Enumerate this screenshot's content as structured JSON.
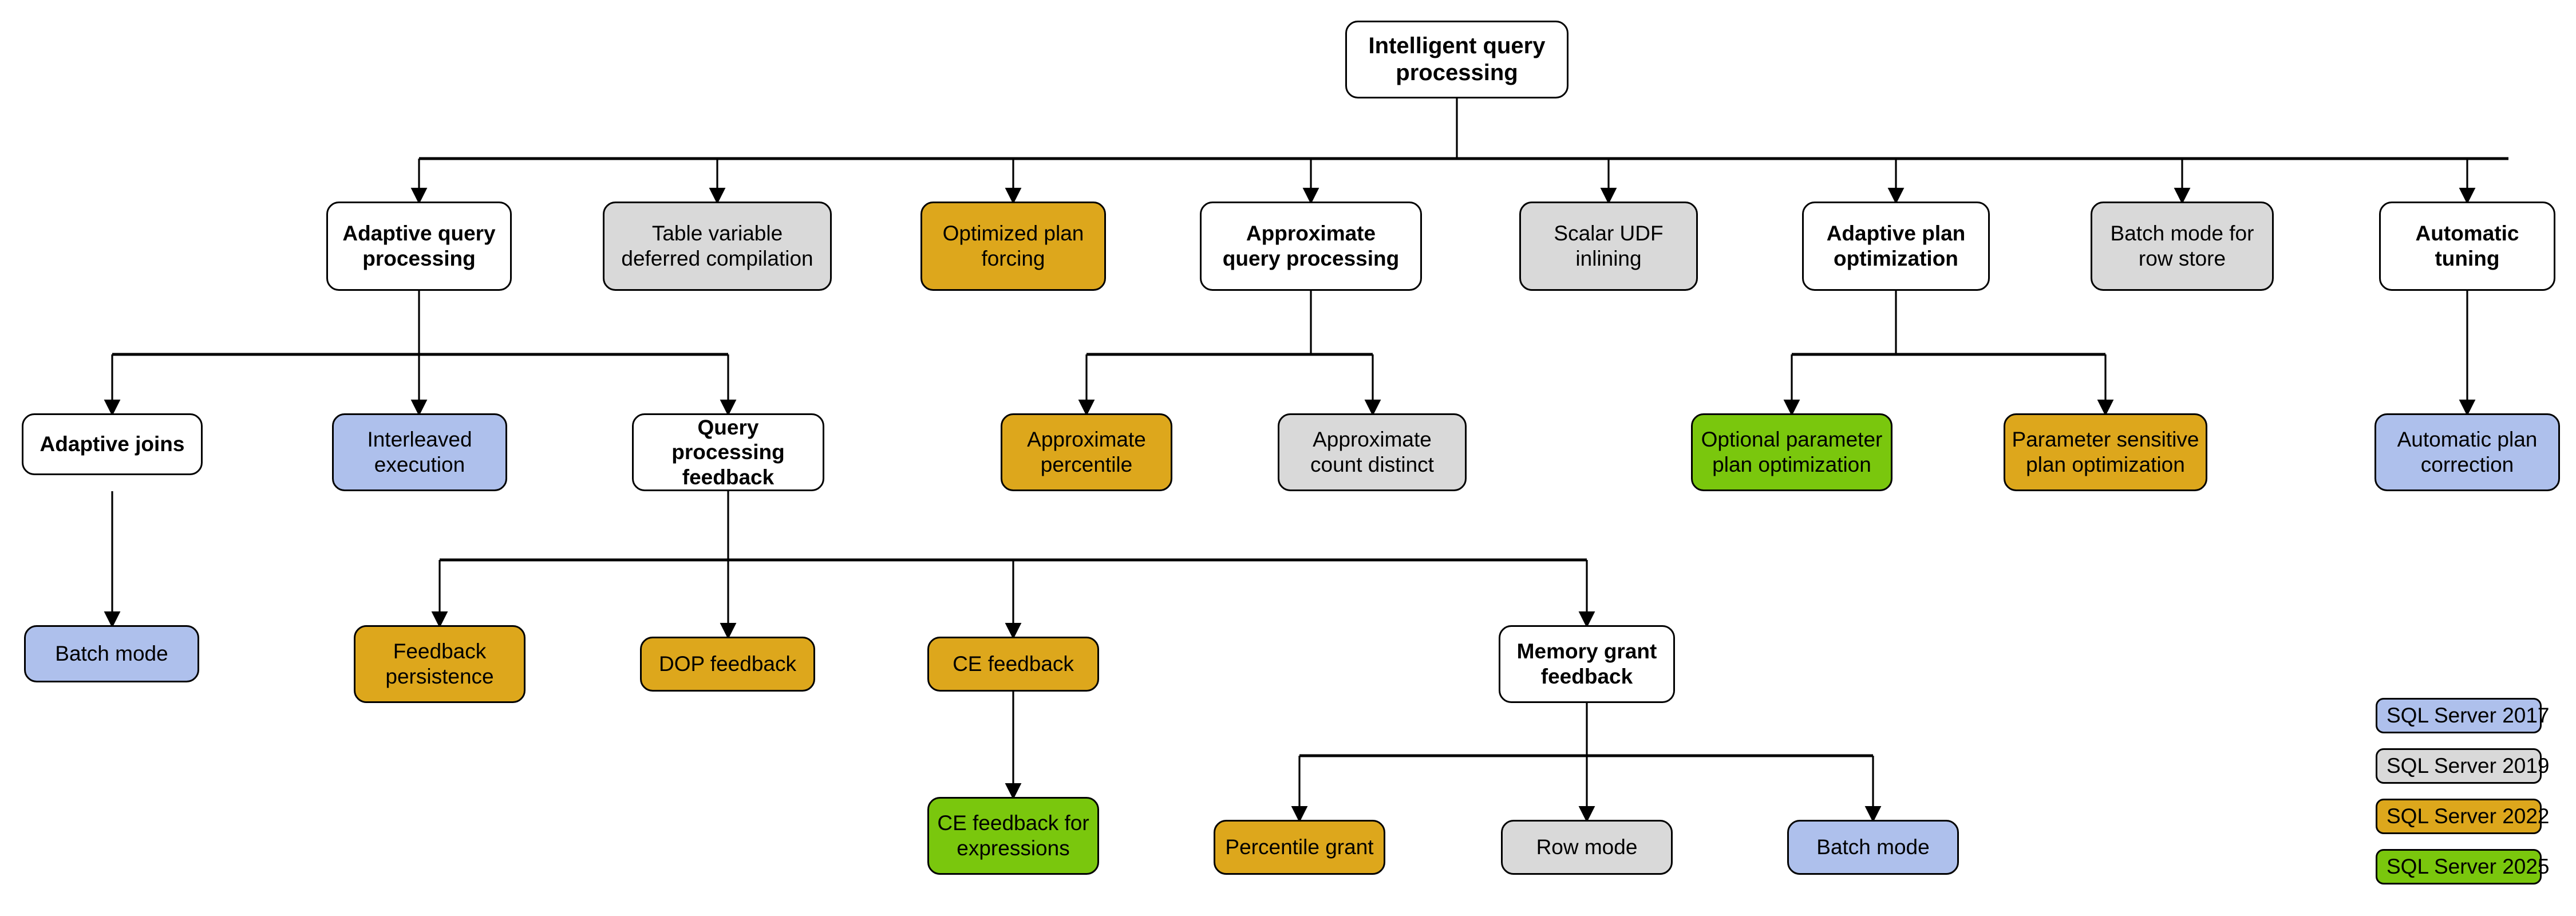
{
  "diagram": {
    "title": "Intelligent query processing",
    "type": "hierarchy-tree",
    "background": "#ffffff",
    "line_color": "#000000"
  },
  "palette": {
    "sql_server_2017": "#aec0ec",
    "sql_server_2019": "#d9d9d9",
    "sql_server_2022": "#dda71c",
    "sql_server_2025": "#7ac70d",
    "uncolored": "#ffffff",
    "border": "#000000"
  },
  "nodes": {
    "root": {
      "label": "Intelligent query\nprocessing",
      "fill": "white"
    },
    "adaptive_query_processing": {
      "label": "Adaptive query\nprocessing",
      "fill": "white"
    },
    "table_variable_deferred_compilation": {
      "label": "Table variable\ndeferred compilation",
      "fill": "gray"
    },
    "optimized_plan_forcing": {
      "label": "Optimized plan\nforcing",
      "fill": "orange"
    },
    "approximate_query_processing": {
      "label": "Approximate\nquery processing",
      "fill": "white"
    },
    "scalar_udf_inlining": {
      "label": "Scalar UDF\ninlining",
      "fill": "gray"
    },
    "adaptive_plan_optimization": {
      "label": "Adaptive plan\noptimization",
      "fill": "white"
    },
    "batch_mode_for_row_store": {
      "label": "Batch mode for\nrow store",
      "fill": "gray"
    },
    "automatic_tuning": {
      "label": "Automatic\ntuning",
      "fill": "white"
    },
    "adaptive_joins": {
      "label": "Adaptive joins",
      "fill": "white"
    },
    "interleaved_execution": {
      "label": "Interleaved\nexecution",
      "fill": "blue"
    },
    "query_processing_feedback": {
      "label": "Query processing\nfeedback",
      "fill": "white"
    },
    "approximate_percentile": {
      "label": "Approximate\npercentile",
      "fill": "orange"
    },
    "approximate_count_distinct": {
      "label": "Approximate\ncount distinct",
      "fill": "gray"
    },
    "optional_parameter_plan_optimization": {
      "label": "Optional parameter\nplan optimization",
      "fill": "green"
    },
    "parameter_sensitive_plan_optimization": {
      "label": "Parameter sensitive\nplan optimization",
      "fill": "orange"
    },
    "automatic_plan_correction": {
      "label": "Automatic plan\ncorrection",
      "fill": "blue"
    },
    "batch_mode_adaptive_joins": {
      "label": "Batch mode",
      "fill": "blue"
    },
    "feedback_persistence": {
      "label": "Feedback\npersistence",
      "fill": "orange"
    },
    "dop_feedback": {
      "label": "DOP feedback",
      "fill": "orange"
    },
    "ce_feedback": {
      "label": "CE feedback",
      "fill": "orange"
    },
    "memory_grant_feedback": {
      "label": "Memory grant\nfeedback",
      "fill": "white"
    },
    "ce_feedback_for_expressions": {
      "label": "CE feedback for\nexpressions",
      "fill": "green"
    },
    "percentile_grant": {
      "label": "Percentile grant",
      "fill": "orange"
    },
    "row_mode": {
      "label": "Row mode",
      "fill": "gray"
    },
    "batch_mode_memory_grant": {
      "label": "Batch mode",
      "fill": "blue"
    }
  },
  "legend": {
    "items": [
      {
        "label": "SQL Server 2017",
        "fill": "blue"
      },
      {
        "label": "SQL Server 2019",
        "fill": "gray"
      },
      {
        "label": "SQL Server 2022",
        "fill": "orange"
      },
      {
        "label": "SQL Server 2025",
        "fill": "green"
      }
    ]
  },
  "edges": [
    {
      "from": "root",
      "to": "adaptive_query_processing"
    },
    {
      "from": "root",
      "to": "table_variable_deferred_compilation"
    },
    {
      "from": "root",
      "to": "optimized_plan_forcing"
    },
    {
      "from": "root",
      "to": "approximate_query_processing"
    },
    {
      "from": "root",
      "to": "scalar_udf_inlining"
    },
    {
      "from": "root",
      "to": "adaptive_plan_optimization"
    },
    {
      "from": "root",
      "to": "batch_mode_for_row_store"
    },
    {
      "from": "root",
      "to": "automatic_tuning"
    },
    {
      "from": "adaptive_query_processing",
      "to": "adaptive_joins"
    },
    {
      "from": "adaptive_query_processing",
      "to": "interleaved_execution"
    },
    {
      "from": "adaptive_query_processing",
      "to": "query_processing_feedback"
    },
    {
      "from": "approximate_query_processing",
      "to": "approximate_percentile"
    },
    {
      "from": "approximate_query_processing",
      "to": "approximate_count_distinct"
    },
    {
      "from": "adaptive_plan_optimization",
      "to": "optional_parameter_plan_optimization"
    },
    {
      "from": "adaptive_plan_optimization",
      "to": "parameter_sensitive_plan_optimization"
    },
    {
      "from": "automatic_tuning",
      "to": "automatic_plan_correction"
    },
    {
      "from": "adaptive_joins",
      "to": "batch_mode_adaptive_joins"
    },
    {
      "from": "query_processing_feedback",
      "to": "feedback_persistence"
    },
    {
      "from": "query_processing_feedback",
      "to": "dop_feedback"
    },
    {
      "from": "query_processing_feedback",
      "to": "ce_feedback"
    },
    {
      "from": "query_processing_feedback",
      "to": "memory_grant_feedback"
    },
    {
      "from": "ce_feedback",
      "to": "ce_feedback_for_expressions"
    },
    {
      "from": "memory_grant_feedback",
      "to": "percentile_grant"
    },
    {
      "from": "memory_grant_feedback",
      "to": "row_mode"
    },
    {
      "from": "memory_grant_feedback",
      "to": "batch_mode_memory_grant"
    }
  ]
}
